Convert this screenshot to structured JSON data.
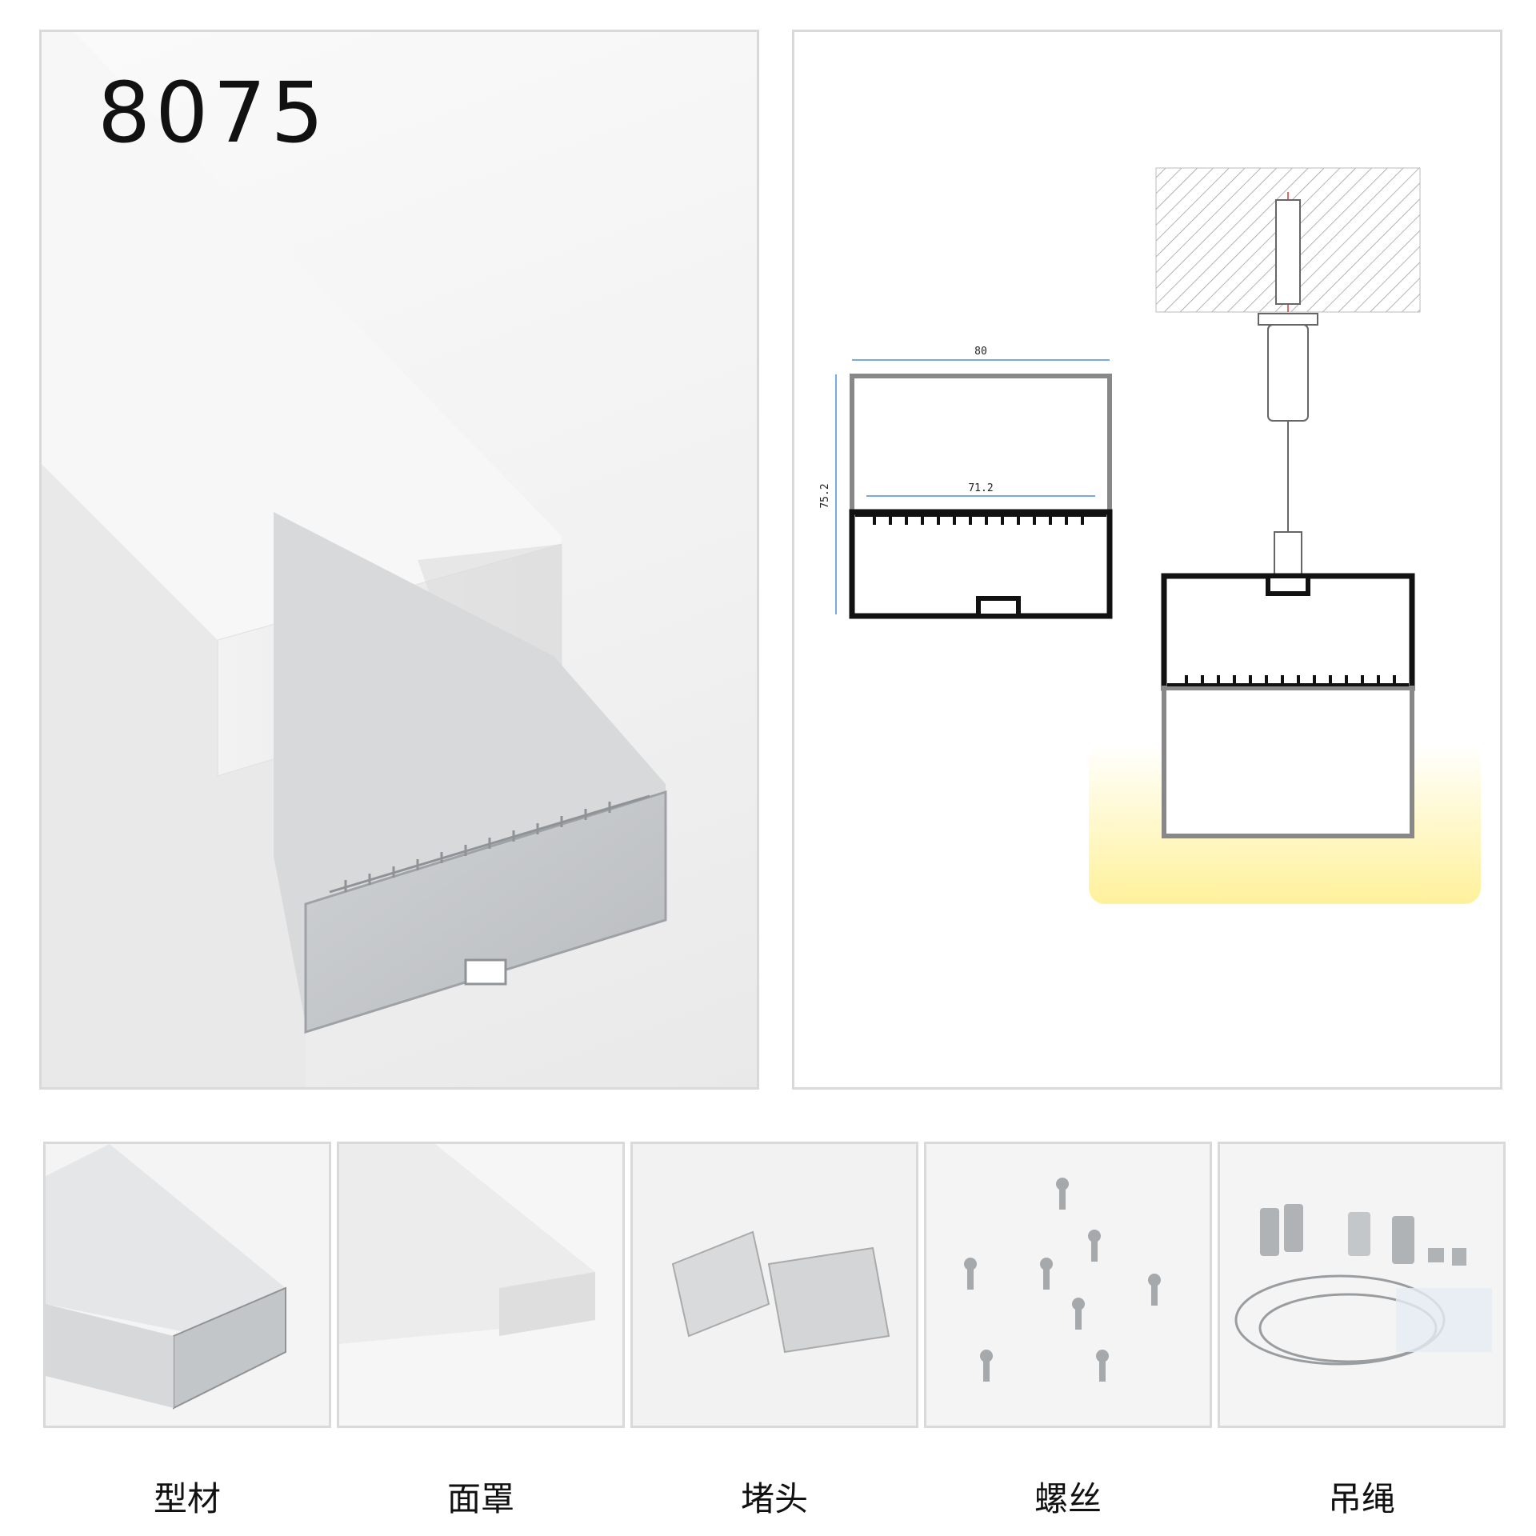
{
  "hero": {
    "model_number": "8075"
  },
  "drawing": {
    "dimension_width": "80",
    "dimension_inner_width": "71.2",
    "dimension_height": "75.2"
  },
  "accessories": [
    {
      "label": "型材"
    },
    {
      "label": "面罩"
    },
    {
      "label": "堵头"
    },
    {
      "label": "螺丝"
    },
    {
      "label": "吊绳"
    }
  ],
  "colors": {
    "border": "#d9d9d9",
    "glow": "#fff3a6",
    "dimension_line": "#4a8fd4"
  }
}
